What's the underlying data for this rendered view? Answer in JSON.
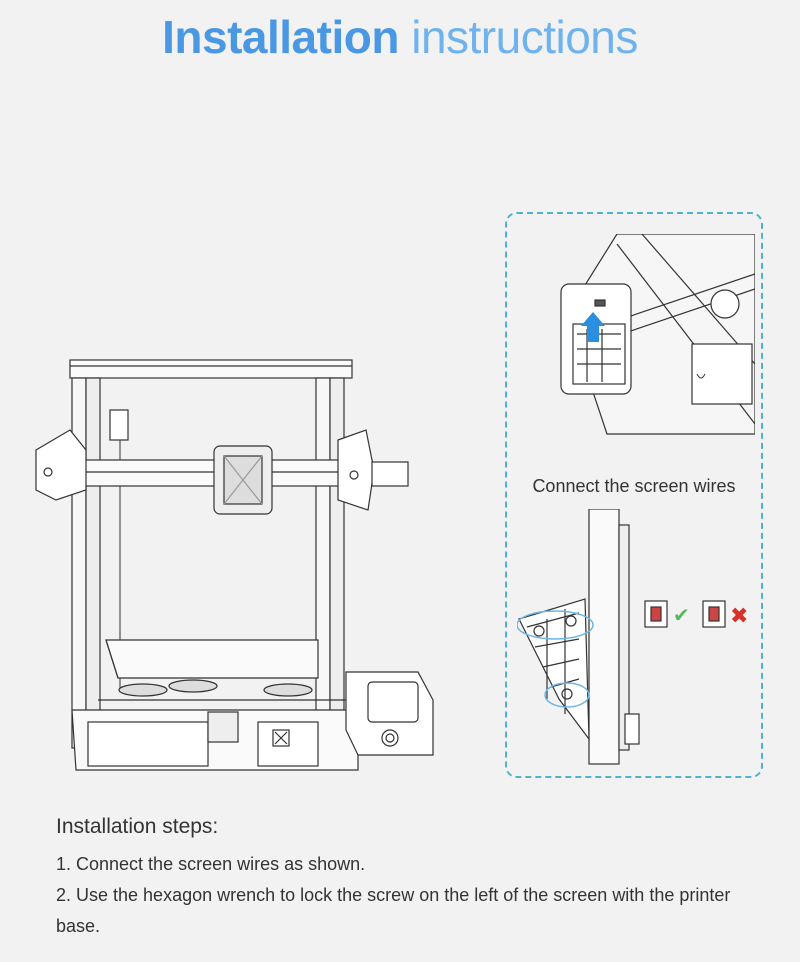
{
  "header": {
    "title_bold": "Installation",
    "title_light": "instructions"
  },
  "figure": {
    "caption": "Connect the screen wires"
  },
  "steps": {
    "heading": "Installation steps:",
    "items": [
      "1. Connect the screen wires as shown.",
      "2. Use the hexagon wrench to lock the screw on the left of the screen with the printer base."
    ]
  },
  "colors": {
    "title_bold": "#4a98e4",
    "title_light": "#6fb3ee",
    "box_border": "#4fb4c9",
    "arrow": "#2a8fe0",
    "check": "#5cb85c",
    "cross": "#d9302a"
  },
  "icons": [
    "check-icon",
    "cross-icon",
    "upload-arrow-icon"
  ]
}
